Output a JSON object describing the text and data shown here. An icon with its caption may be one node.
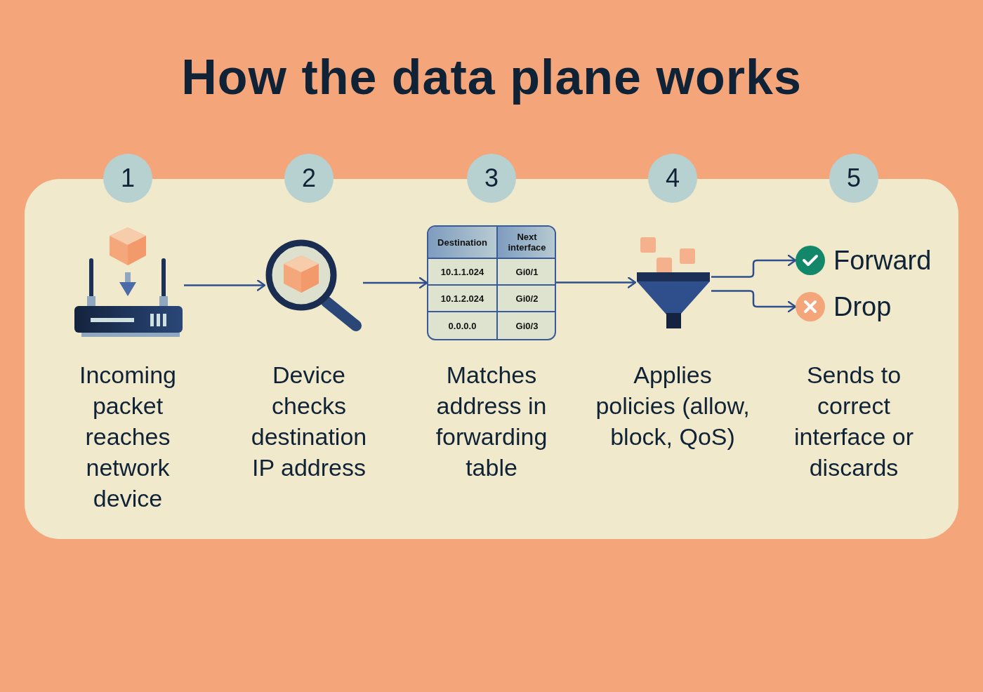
{
  "diagram": {
    "title": "How the data plane works",
    "nodes": [
      {
        "text": [
          "1"
        ]
      },
      {
        "text": [
          "2"
        ]
      },
      {
        "text": [
          "3"
        ]
      },
      {
        "text": [
          "4"
        ]
      },
      {
        "text": [
          "5"
        ]
      },
      {
        "text": [],
        "shape": "picture"
      },
      {
        "text": [],
        "shape": "picture"
      },
      {
        "text": [],
        "shape": "box"
      },
      {
        "text": [],
        "shape": "picture"
      },
      {
        "text": [
          "Forward"
        ]
      },
      {
        "text": [
          "Drop"
        ]
      }
    ],
    "edges": [
      {
        "from": 5,
        "to": 6,
        "arrow": "to"
      },
      {
        "from": 6,
        "to": 7,
        "arrow": "to"
      },
      {
        "from": 7,
        "to": 8,
        "arrow": "to"
      },
      {
        "from": 8,
        "to": 9,
        "arrow": "to"
      },
      {
        "from": 8,
        "to": 10,
        "arrow": "to"
      }
    ],
    "labels": [
      "Destination",
      "Next interface",
      "10.1.1.024",
      "Gi0/1",
      "10.1.2.024",
      "Gi0/2",
      "0.0.0.0",
      "Gi0/3",
      "Incoming packet reaches network device",
      "Device checks destination IP address",
      "Matches address in forwarding table",
      "Applies policies (allow, block, QoS)",
      "Sends to correct interface or discards"
    ]
  }
}
